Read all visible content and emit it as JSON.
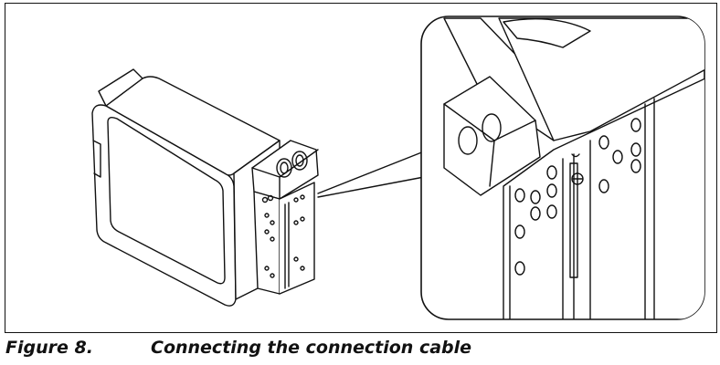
{
  "figure": {
    "label": "Figure 8.",
    "caption": "Connecting the connection cable",
    "illustration": {
      "icon": "device-connection-cable-illustration",
      "detail_icon": "magnified-connector-detail",
      "line_color": "#111111",
      "background": "#ffffff"
    }
  }
}
